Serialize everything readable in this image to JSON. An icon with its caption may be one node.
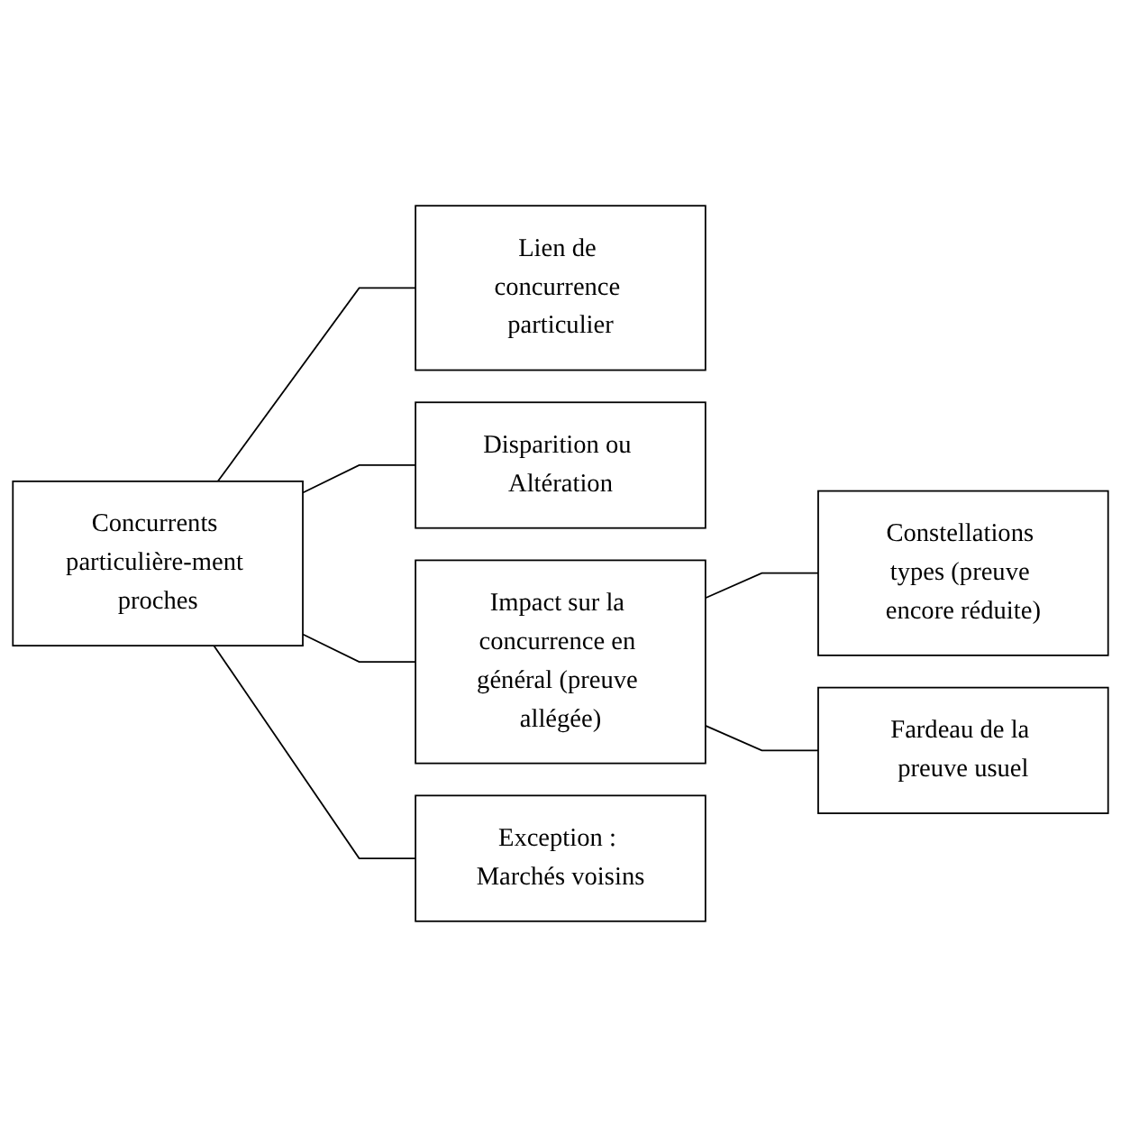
{
  "diagram": {
    "nodes": [
      {
        "text": [
          "Concurrents particulière-ment proches"
        ]
      },
      {
        "text": [
          "Lien de concurrence particulier"
        ]
      },
      {
        "text": [
          "Disparition ou Altération"
        ]
      },
      {
        "text": [
          "Impact sur la concurrence en général (preuve allégée)"
        ]
      },
      {
        "text": [
          "Exception : Marchés voisins"
        ]
      },
      {
        "text": [
          "Constellations types (preuve encore réduite)"
        ]
      },
      {
        "text": [
          "Fardeau de la preuve usuel"
        ]
      }
    ],
    "edges": [
      {
        "from": 0,
        "to": 1,
        "arrow": "none"
      },
      {
        "from": 0,
        "to": 2,
        "arrow": "none"
      },
      {
        "from": 0,
        "to": 3,
        "arrow": "none"
      },
      {
        "from": 0,
        "to": 4,
        "arrow": "none"
      },
      {
        "from": 3,
        "to": 5,
        "arrow": "none"
      },
      {
        "from": 3,
        "to": 6,
        "arrow": "none"
      }
    ]
  }
}
